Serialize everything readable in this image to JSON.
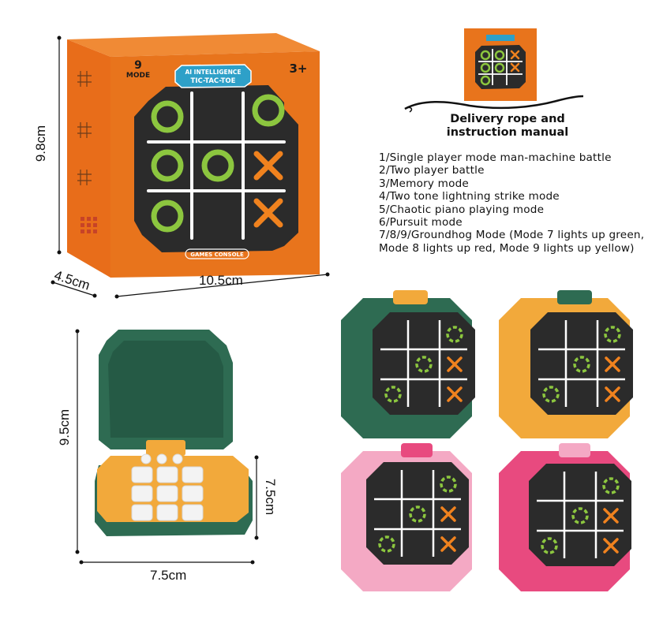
{
  "box": {
    "mode_number": "9",
    "mode_label": "MODE",
    "age": "3+",
    "title_line1": "AI INTELLIGENCE",
    "title_line2": "TIC-TAC-TOE",
    "console_label": "GAMES CONSOLE"
  },
  "dimensions": {
    "box_height": "9.8cm",
    "box_depth": "4.5cm",
    "box_width": "10.5cm",
    "device_height": "9.5cm",
    "device_width": "7.5cm",
    "device_side": "7.5cm"
  },
  "accessory_label": {
    "line1": "Delivery rope and",
    "line2": "instruction manual"
  },
  "modes": [
    "1/Single player mode man-machine battle",
    "2/Two player battle",
    "3/Memory mode",
    "4/Two tone lightning strike mode",
    "5/Chaotic piano playing mode",
    "6/Pursuit mode",
    "7/8/9/Groundhog Mode (Mode 7 lights up green, Mode 8 lights up red, Mode 9 lights up yellow)"
  ],
  "colors": {
    "box_orange": "#e8741c",
    "board_dark": "#2b2b2b",
    "o_green": "#8cc63f",
    "x_orange": "#f0821e",
    "device_green": "#2e6b52",
    "device_yellow": "#f2a93b",
    "device_pink": "#f4a9c4",
    "device_rose": "#e84a7f"
  }
}
